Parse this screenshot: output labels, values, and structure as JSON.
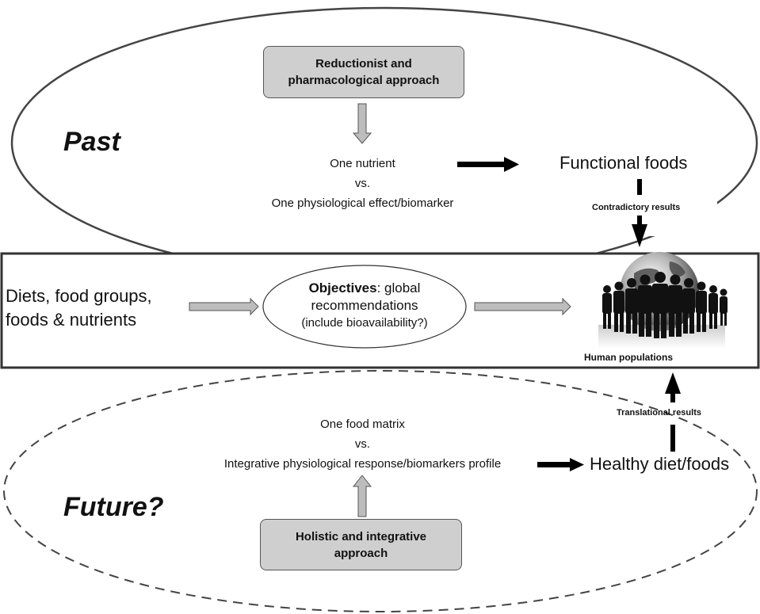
{
  "past": {
    "label": "Past",
    "approach": "Reductionist and pharmacological approach",
    "comparison": [
      "One nutrient",
      "vs.",
      "One physiological effect/biomarker"
    ],
    "outcome": "Functional foods",
    "link_label": "Contradictory results"
  },
  "center": {
    "input": [
      "Diets, food groups,",
      "foods & nutrients"
    ],
    "objectives_bold": "Objectives",
    "objectives_rest": ": global",
    "objectives_line2": "recommendations",
    "objectives_line3": "(include bioavailability?)",
    "target": "Human populations"
  },
  "future": {
    "label": "Future?",
    "approach": "Holistic and integrative approach",
    "comparison": [
      "One food matrix",
      "vs.",
      "Integrative physiological response/biomarkers profile"
    ],
    "outcome": "Healthy diet/foods",
    "link_label": "Translational results"
  },
  "colors": {
    "box_fill": "#cfcfcf",
    "arrow_gray": "#bdbdbd",
    "outline": "#444444"
  }
}
